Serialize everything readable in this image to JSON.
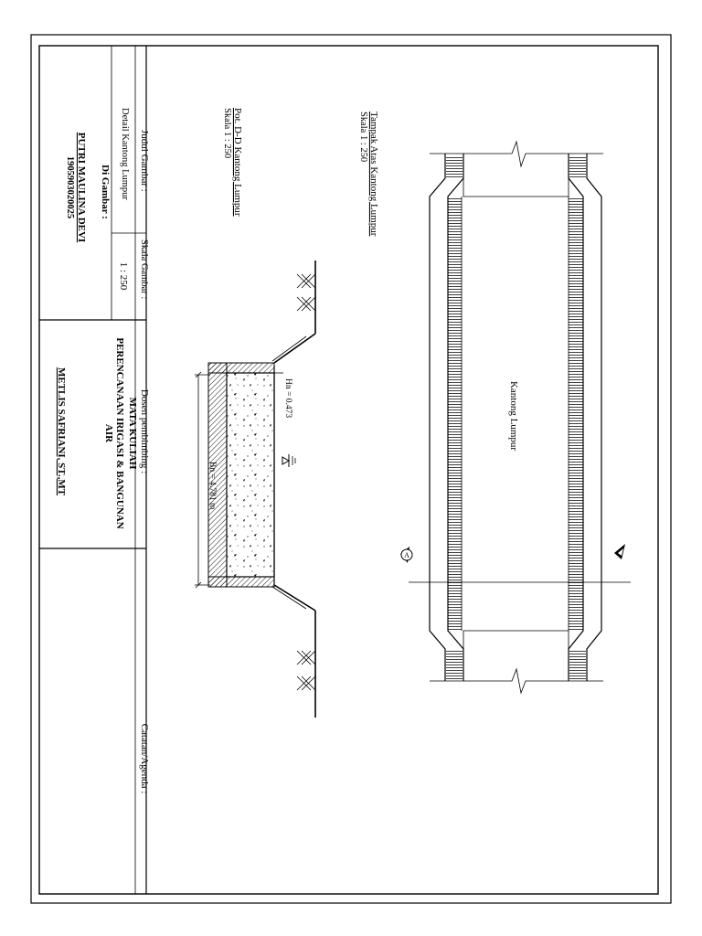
{
  "title_block": {
    "judul_gambar_label": "Judul Gambar :",
    "judul_gambar_value": "Detail Kantong Lumpur",
    "skala_gambar_label": "Skala Gambar :",
    "skala_gambar_value": "1 : 250",
    "dosen_label": "Dosen pembimbing :",
    "mata_kuliah_label": "MATA KULIAH",
    "mata_kuliah_line1": "PERENCANAAN IRIGASI & BANGUNAN",
    "mata_kuliah_line2": "AIR",
    "di_gambar_label": "Di Gambar :",
    "drafter_name": "PUTRI MAULINA DEVI",
    "drafter_nim": "1905903020025",
    "dosen_name": "METLIS SAFRIANI, ST.,MT",
    "catatan_label": "Catatan/Agenda :"
  },
  "plan_view": {
    "title": "Tampak Atas Kantong Lumpur",
    "scale": "Skala 1 : 250",
    "center_label": "Kantong Lumpur",
    "section_mark": "A"
  },
  "section_view": {
    "title": "Pot. D-D Kantong Lumpur",
    "scale": "Skala 1 : 250",
    "hn_label": "Hn = 0.473",
    "bn_label": "Bn = 4.781 m"
  }
}
